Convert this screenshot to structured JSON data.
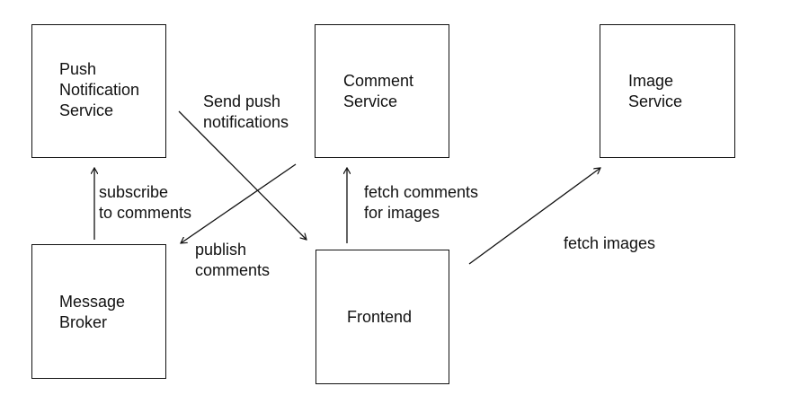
{
  "nodes": {
    "push_notification_service": {
      "label": "Push\nNotification\nService"
    },
    "comment_service": {
      "label": "Comment\nService"
    },
    "image_service": {
      "label": "Image\nService"
    },
    "message_broker": {
      "label": "Message\nBroker"
    },
    "frontend": {
      "label": "Frontend"
    }
  },
  "edges": {
    "send_push_notifications": {
      "label": "Send push\nnotifications",
      "from": "push_notification_service",
      "to": "frontend"
    },
    "publish_comments": {
      "label": "publish\ncomments",
      "from": "comment_service",
      "to": "message_broker"
    },
    "subscribe_to_comments": {
      "label": "subscribe\nto comments",
      "from": "message_broker",
      "to": "push_notification_service"
    },
    "fetch_comments_for_images": {
      "label": "fetch comments\nfor images",
      "from": "frontend",
      "to": "comment_service"
    },
    "fetch_images": {
      "label": "fetch images",
      "from": "frontend",
      "to": "image_service"
    }
  },
  "colors": {
    "stroke": "#111111",
    "background": "#ffffff"
  }
}
